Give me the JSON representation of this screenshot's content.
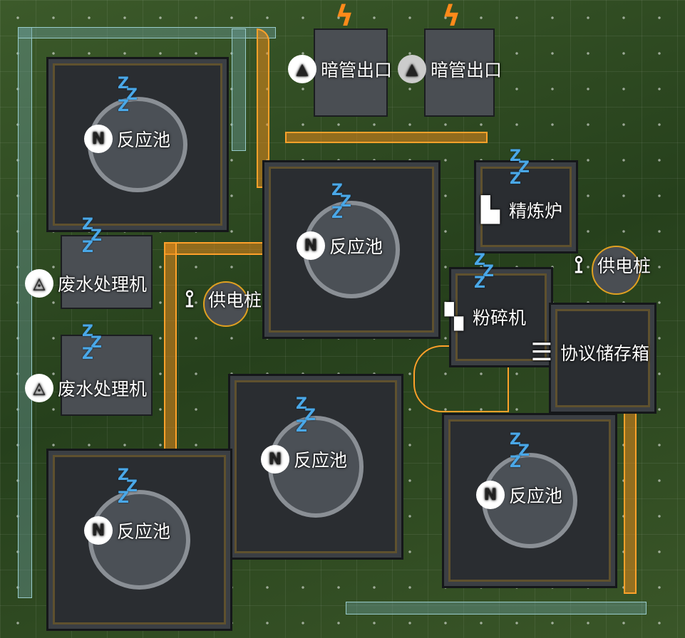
{
  "buildings": {
    "reactor_label": "反应池",
    "pipe_outlet_label": "暗管出口",
    "refinery_label": "精炼炉",
    "crusher_label": "粉碎机",
    "storage_label": "协议储存箱",
    "power_pile_label": "供电桩",
    "wastewater_label": "废水处理机"
  },
  "status": {
    "sleep": "Z Z Z",
    "blocked": "ϟ"
  },
  "colors": {
    "belt": "#ffa12a",
    "sleep": "#4aa8e8",
    "pipe": "#6fa0a0"
  }
}
